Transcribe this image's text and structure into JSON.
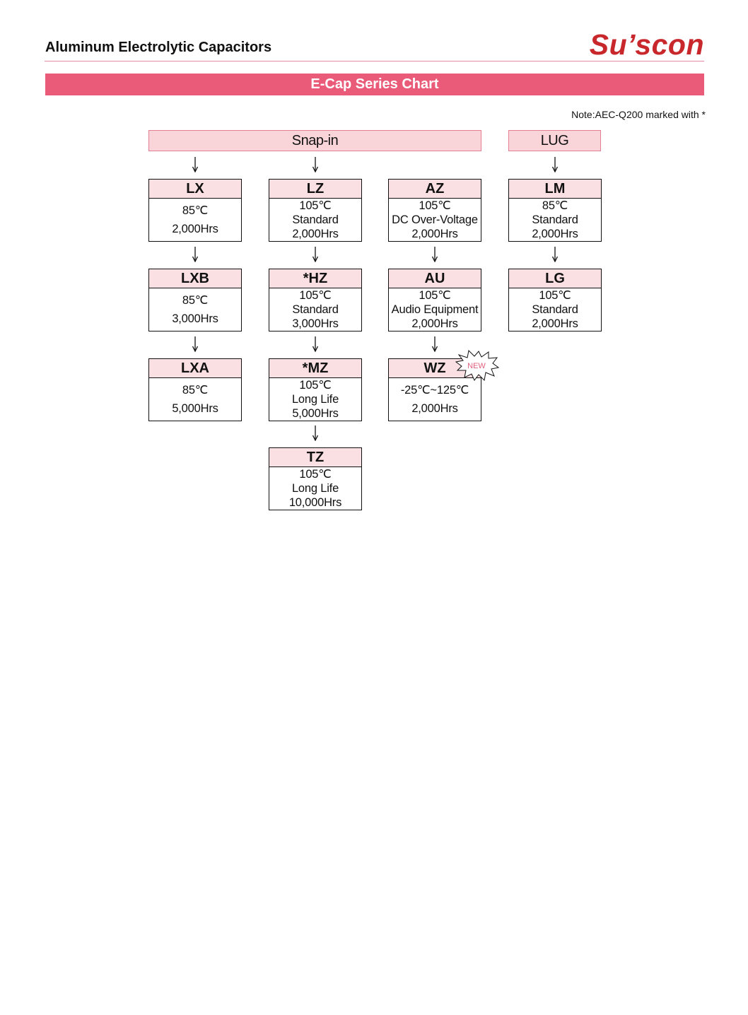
{
  "header": {
    "title": "Aluminum Electrolytic Capacitors",
    "brand": "Su’scon"
  },
  "banner": "E-Cap Series Chart",
  "note": "Note:AEC-Q200 marked with *",
  "groups": [
    {
      "label": "Snap-in"
    },
    {
      "label": "LUG"
    }
  ],
  "columns": [
    {
      "from_group": true,
      "items": [
        {
          "name": "LX",
          "lines": [
            "85℃",
            "2,000Hrs"
          ]
        },
        {
          "name": "LXB",
          "lines": [
            "85℃",
            "3,000Hrs"
          ]
        },
        {
          "name": "LXA",
          "lines": [
            "85℃",
            "5,000Hrs"
          ]
        }
      ]
    },
    {
      "from_group": true,
      "items": [
        {
          "name": "LZ",
          "lines": [
            "105℃",
            "Standard",
            "2,000Hrs"
          ]
        },
        {
          "name": "*HZ",
          "lines": [
            "105℃",
            "Standard",
            "3,000Hrs"
          ]
        },
        {
          "name": "*MZ",
          "lines": [
            "105℃",
            "Long Life",
            "5,000Hrs"
          ]
        },
        {
          "name": "TZ",
          "lines": [
            "105℃",
            "Long Life",
            "10,000Hrs"
          ]
        }
      ]
    },
    {
      "from_group": false,
      "items": [
        {
          "name": "AZ",
          "lines": [
            "105℃",
            "DC Over-Voltage",
            "2,000Hrs"
          ]
        },
        {
          "name": "AU",
          "lines": [
            "105℃",
            "Audio Equipment",
            "2,000Hrs"
          ]
        },
        {
          "name": "WZ",
          "lines": [
            "-25℃~125℃",
            "2,000Hrs"
          ],
          "badge": "NEW"
        }
      ]
    },
    {
      "from_group": true,
      "items": [
        {
          "name": "LM",
          "lines": [
            "85℃",
            "Standard",
            "2,000Hrs"
          ]
        },
        {
          "name": "LG",
          "lines": [
            "105℃",
            "Standard",
            "2,000Hrs"
          ]
        }
      ]
    }
  ],
  "colors": {
    "accent": "#e95b78",
    "brand": "#c8282c",
    "header_fill": "#fbe0e3",
    "group_fill": "#f9d5d9"
  }
}
